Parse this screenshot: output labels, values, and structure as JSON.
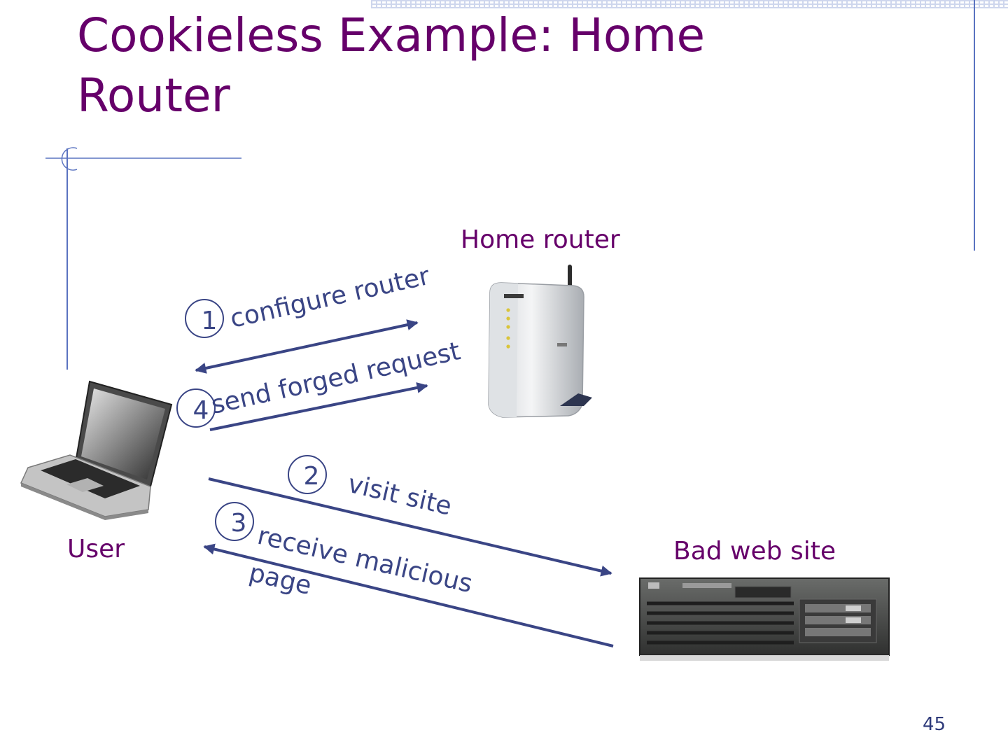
{
  "slide": {
    "title_line1": "Cookieless Example:  Home",
    "title_line2": "Router",
    "page_number": "45"
  },
  "nodes": {
    "router_label": "Home router",
    "user_label": "User",
    "server_label": "Bad web site"
  },
  "steps": [
    {
      "number": "1",
      "label": "configure router"
    },
    {
      "number": "2",
      "label": "visit site"
    },
    {
      "number": "3",
      "label": "receive malicious",
      "label_line2": "page"
    },
    {
      "number": "4",
      "label": "send forged request"
    }
  ],
  "colors": {
    "title": "#66006a",
    "arrow": "#3a4585",
    "accent_line": "#5a73c0"
  },
  "icons": [
    "laptop-icon",
    "router-icon",
    "server-icon"
  ]
}
